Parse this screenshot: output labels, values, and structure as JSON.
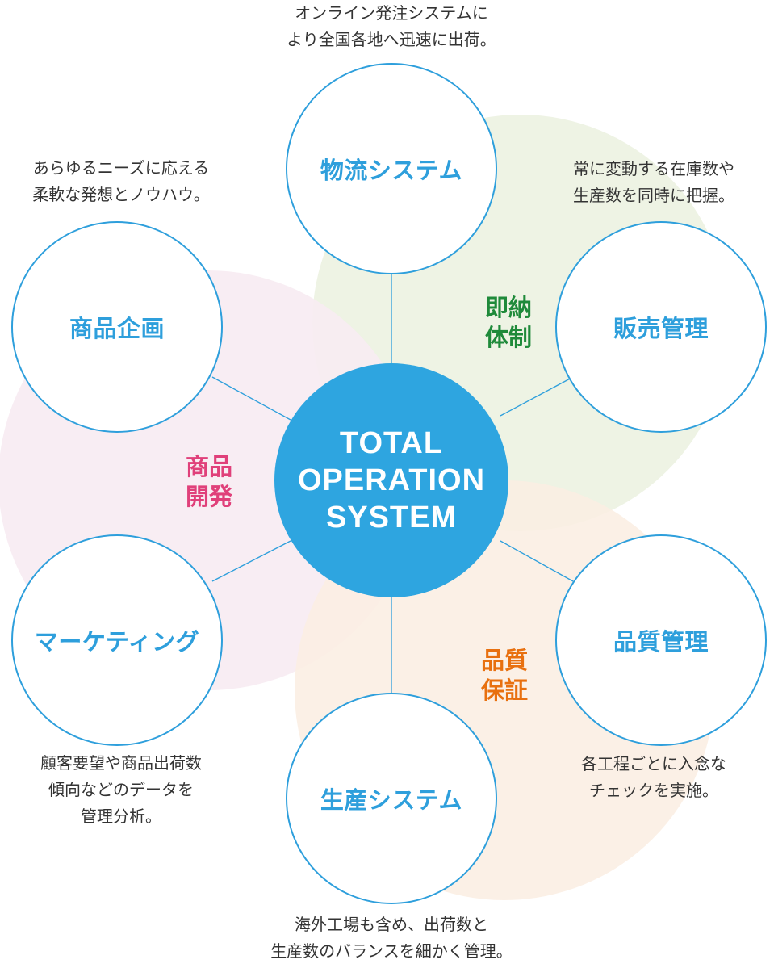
{
  "center": {
    "lines": [
      "TOTAL",
      "OPERATION",
      "SYSTEM"
    ]
  },
  "nodes": {
    "logistics": {
      "label": "物流システム",
      "desc": [
        "オンライン発注システムに",
        "より全国各地へ迅速に出荷。"
      ]
    },
    "sales": {
      "label": "販売管理",
      "desc": [
        "常に変動する在庫数や",
        "生産数を同時に把握。"
      ]
    },
    "quality": {
      "label": "品質管理",
      "desc": [
        "各工程ごとに入念な",
        "チェックを実施。"
      ]
    },
    "production": {
      "label": "生産システム",
      "desc": [
        "海外工場も含め、出荷数と",
        "生産数のバランスを細かく管理。"
      ]
    },
    "marketing": {
      "label": "マーケティング",
      "desc": [
        "顧客要望や商品出荷数",
        "傾向などのデータを",
        "管理分析。"
      ]
    },
    "planning": {
      "label": "商品企画",
      "desc": [
        "あらゆるニーズに応える",
        "柔軟な発想とノウハウ。"
      ]
    }
  },
  "groups": {
    "delivery": {
      "lines": [
        "即納",
        "体制"
      ],
      "color": "#1f8a3a"
    },
    "development": {
      "lines": [
        "商品",
        "開発"
      ],
      "color": "#e0407a"
    },
    "assurance": {
      "lines": [
        "品質",
        "保証"
      ],
      "color": "#e8700f"
    }
  },
  "colors": {
    "accent_blue": "#2e9fdc",
    "center_fill": "#2ea5e0",
    "bg_green": "#eef3e4",
    "bg_pink": "#f8ecf2",
    "bg_orange": "#fbeee2"
  }
}
